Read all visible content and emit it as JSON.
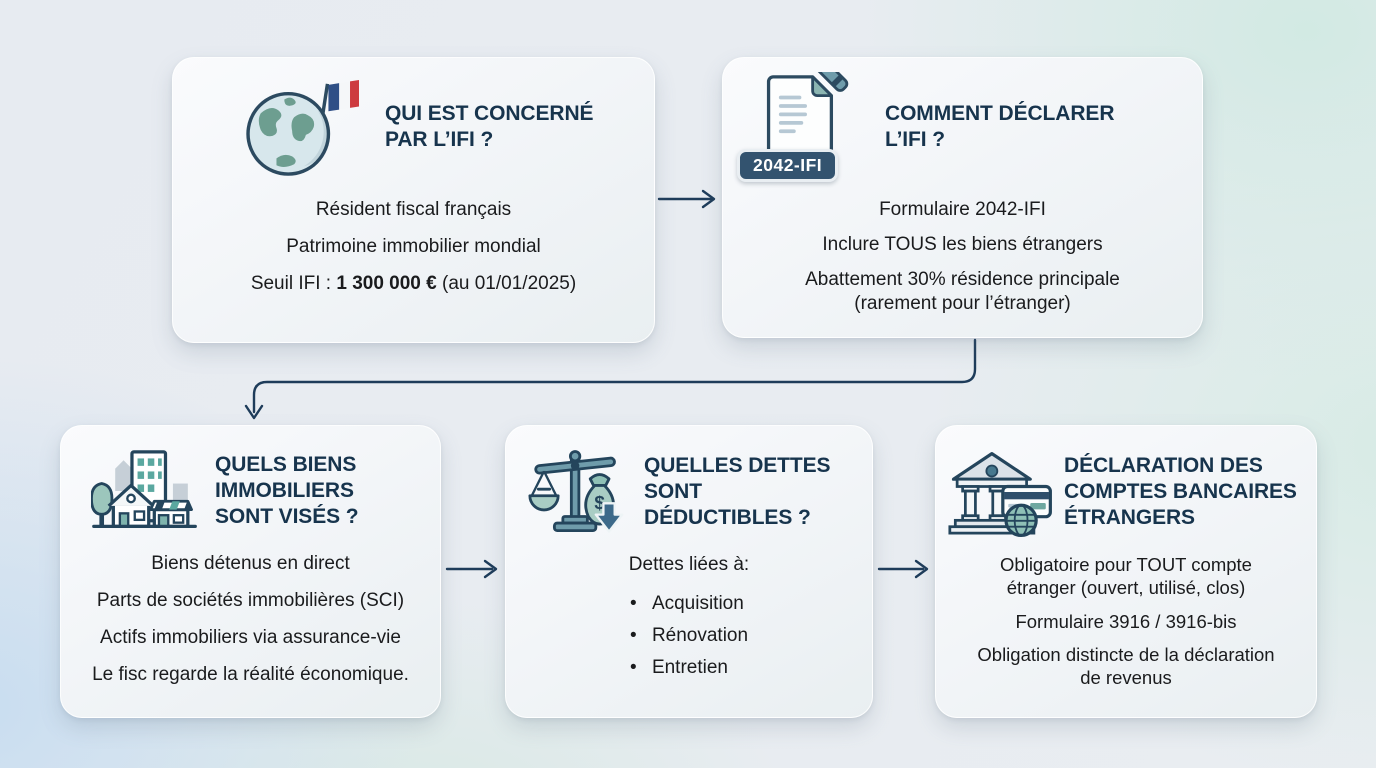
{
  "colors": {
    "title_navy": "#17344d",
    "body_text": "#1a1b1d",
    "arrow": "#1e3c5a",
    "badge_bg": "#33536f",
    "badge_text": "#ffffff",
    "icon_outline_navy": "#24455c",
    "icon_teal": "#8fc0b6",
    "flag_blue": "#2f4f86",
    "flag_red": "#cd3b3f",
    "background_blue": "#c8ddf0",
    "background_mint": "#d2eae3"
  },
  "icons": {
    "who": "globe-france-flag-icon",
    "declare": "document-pen-icon",
    "biens": "city-buildings-icon",
    "dettes": "balance-scale-moneybag-icon",
    "comptes": "bank-card-globe-icon",
    "dollar_glyph": "$"
  },
  "cards": {
    "who": {
      "title_line1": "QUI EST CONCERNÉ",
      "title_line2": "PAR L’IFI ?",
      "line1": "Résident fiscal français",
      "line2": "Patrimoine immobilier mondial",
      "line3_prefix": "Seuil IFI : ",
      "line3_amount": "1 300 000 €",
      "line3_suffix": " (au 01/01/2025)"
    },
    "declare": {
      "badge": "2042-IFI",
      "title_line1": "COMMENT DÉCLARER",
      "title_line2": "L’IFI ?",
      "line1": "Formulaire 2042-IFI",
      "line2": "Inclure TOUS les biens étrangers",
      "line3a": "Abattement 30% résidence principale",
      "line3b": "(rarement pour l’étranger)"
    },
    "biens": {
      "title_line1": "QUELS BIENS",
      "title_line2": "IMMOBILIERS",
      "title_line3": "SONT VISÉS ?",
      "line1": "Biens détenus en direct",
      "line2": "Parts de sociétés immobilières (SCI)",
      "line3": "Actifs immobiliers via assurance-vie",
      "line4": "Le fisc regarde la réalité économique."
    },
    "dettes": {
      "title_line1": "QUELLES DETTES",
      "title_line2": "SONT",
      "title_line3": "DÉDUCTIBLES ?",
      "intro": "Dettes liées à:",
      "bullets": [
        "Acquisition",
        "Rénovation",
        "Entretien"
      ]
    },
    "comptes": {
      "title_line1": "DÉCLARATION DES",
      "title_line2": "COMPTES BANCAIRES",
      "title_line3": "ÉTRANGERS",
      "line1a": "Obligatoire pour TOUT compte",
      "line1b": "étranger (ouvert, utilisé, clos)",
      "line2": "Formulaire 3916 / 3916-bis",
      "line3a": "Obligation distincte de la déclaration",
      "line3b": "de revenus"
    }
  }
}
